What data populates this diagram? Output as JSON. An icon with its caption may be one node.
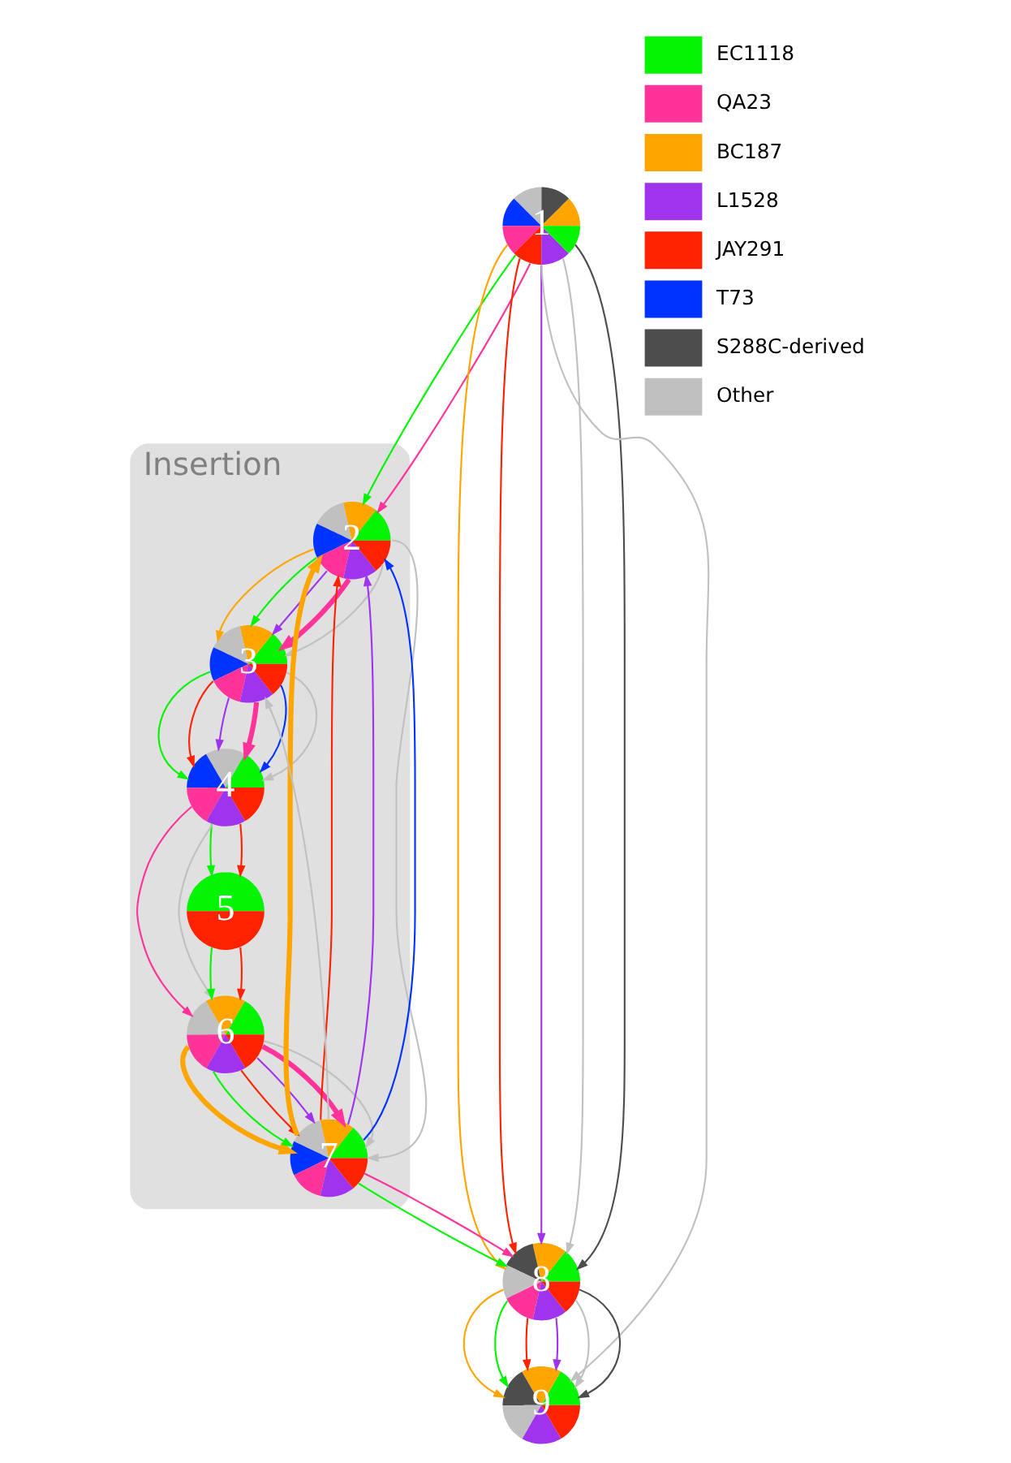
{
  "diagram": {
    "nodes": [
      {
        "text": [
          "1"
        ]
      },
      {
        "text": [
          "Insertion"
        ]
      },
      {
        "text": [
          "2"
        ],
        "in": 1
      },
      {
        "text": [
          "3"
        ],
        "in": 1
      },
      {
        "text": [
          "4"
        ],
        "in": 1
      },
      {
        "text": [
          "5"
        ],
        "in": 1
      },
      {
        "text": [
          "6"
        ],
        "in": 1
      },
      {
        "text": [
          "7"
        ],
        "in": 1
      },
      {
        "text": [
          "8"
        ]
      },
      {
        "text": [
          "9"
        ]
      }
    ],
    "edges": [
      {
        "from": 0,
        "to": 2,
        "arrow": "to",
        "color": "#04f404"
      },
      {
        "from": 0,
        "to": 2,
        "arrow": "to",
        "color": "#ff3399"
      },
      {
        "from": 0,
        "to": 8,
        "arrow": "to",
        "color": "#ffa500"
      },
      {
        "from": 0,
        "to": 8,
        "arrow": "to",
        "color": "#ff2200"
      },
      {
        "from": 0,
        "to": 8,
        "arrow": "to",
        "color": "#a033ee"
      },
      {
        "from": 0,
        "to": 8,
        "arrow": "to",
        "color": "#c0c0c0"
      },
      {
        "from": 0,
        "to": 8,
        "arrow": "to",
        "color": "#4d4d4d"
      },
      {
        "from": 0,
        "to": 9,
        "arrow": "to",
        "color": "#c0c0c0"
      },
      {
        "from": 2,
        "to": 3,
        "arrow": "to",
        "color": "#ffa500"
      },
      {
        "from": 2,
        "to": 3,
        "arrow": "to",
        "color": "#04f404"
      },
      {
        "from": 2,
        "to": 3,
        "arrow": "to",
        "color": "#a033ee"
      },
      {
        "from": 2,
        "to": 3,
        "arrow": "to",
        "color": "#ff3399",
        "style": "thick"
      },
      {
        "from": 2,
        "to": 3,
        "arrow": "to",
        "color": "#c0c0c0"
      },
      {
        "from": 2,
        "to": 7,
        "arrow": "to",
        "color": "#c0c0c0"
      },
      {
        "from": 3,
        "to": 4,
        "arrow": "to",
        "color": "#04f404"
      },
      {
        "from": 3,
        "to": 4,
        "arrow": "to",
        "color": "#ff2200"
      },
      {
        "from": 3,
        "to": 4,
        "arrow": "to",
        "color": "#a033ee"
      },
      {
        "from": 3,
        "to": 4,
        "arrow": "to",
        "color": "#ff3399",
        "style": "thick"
      },
      {
        "from": 3,
        "to": 4,
        "arrow": "to",
        "color": "#0033ff"
      },
      {
        "from": 3,
        "to": 4,
        "arrow": "to",
        "color": "#c0c0c0"
      },
      {
        "from": 4,
        "to": 6,
        "arrow": "to",
        "color": "#ff3399"
      },
      {
        "from": 4,
        "to": 6,
        "arrow": "to",
        "color": "#c0c0c0"
      },
      {
        "from": 4,
        "to": 5,
        "arrow": "to",
        "color": "#04f404"
      },
      {
        "from": 4,
        "to": 5,
        "arrow": "to",
        "color": "#ff2200"
      },
      {
        "from": 5,
        "to": 6,
        "arrow": "to",
        "color": "#04f404"
      },
      {
        "from": 5,
        "to": 6,
        "arrow": "to",
        "color": "#ff2200"
      },
      {
        "from": 6,
        "to": 7,
        "arrow": "to",
        "color": "#ffa500",
        "style": "thick"
      },
      {
        "from": 6,
        "to": 7,
        "arrow": "to",
        "color": "#04f404"
      },
      {
        "from": 6,
        "to": 7,
        "arrow": "to",
        "color": "#ff2200"
      },
      {
        "from": 6,
        "to": 7,
        "arrow": "to",
        "color": "#a033ee"
      },
      {
        "from": 6,
        "to": 7,
        "arrow": "to",
        "color": "#ff3399",
        "style": "thick"
      },
      {
        "from": 6,
        "to": 7,
        "arrow": "to",
        "color": "#c0c0c0"
      },
      {
        "from": 7,
        "to": 2,
        "arrow": "to",
        "color": "#ffa500",
        "style": "thick"
      },
      {
        "from": 7,
        "to": 2,
        "arrow": "to",
        "color": "#ff2200"
      },
      {
        "from": 7,
        "to": 2,
        "arrow": "to",
        "color": "#a033ee"
      },
      {
        "from": 7,
        "to": 2,
        "arrow": "to",
        "color": "#0033ff"
      },
      {
        "from": 7,
        "to": 3,
        "arrow": "to",
        "color": "#c0c0c0"
      },
      {
        "from": 7,
        "to": 8,
        "arrow": "to",
        "color": "#04f404"
      },
      {
        "from": 7,
        "to": 8,
        "arrow": "to",
        "color": "#ff3399"
      },
      {
        "from": 8,
        "to": 9,
        "arrow": "to",
        "color": "#ffa500"
      },
      {
        "from": 8,
        "to": 9,
        "arrow": "to",
        "color": "#04f404"
      },
      {
        "from": 8,
        "to": 9,
        "arrow": "to",
        "color": "#ff2200"
      },
      {
        "from": 8,
        "to": 9,
        "arrow": "to",
        "color": "#a033ee"
      },
      {
        "from": 8,
        "to": 9,
        "arrow": "to",
        "color": "#c0c0c0"
      },
      {
        "from": 8,
        "to": 9,
        "arrow": "to",
        "color": "#4d4d4d"
      }
    ],
    "legend": [
      {
        "text": "EC1118",
        "color": "#04f404"
      },
      {
        "text": "QA23",
        "color": "#ff3399"
      },
      {
        "text": "BC187",
        "color": "#ffa500"
      },
      {
        "text": "L1528",
        "color": "#a033ee"
      },
      {
        "text": "JAY291",
        "color": "#ff2200"
      },
      {
        "text": "T73",
        "color": "#0033ff"
      },
      {
        "text": "S288C-derived",
        "color": "#4d4d4d"
      },
      {
        "text": "Other",
        "color": "#c0c0c0"
      }
    ]
  }
}
